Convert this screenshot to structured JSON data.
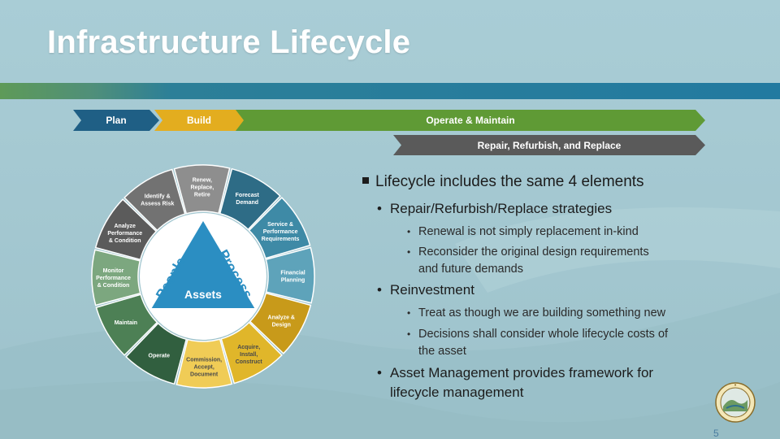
{
  "slide": {
    "title": "Infrastructure Lifecycle",
    "page_number": "5"
  },
  "phases": {
    "plan": "Plan",
    "build": "Build",
    "operate": "Operate & Maintain",
    "repair": "Repair, Refurbish, and Replace"
  },
  "wheel": {
    "center": {
      "word1": "People",
      "word2": "Process",
      "word3": "Assets"
    },
    "segments": [
      {
        "label": "Renew, Replace, Retire",
        "color": "#8e8e8e"
      },
      {
        "label": "Forecast Demand",
        "color": "#2e6c86"
      },
      {
        "label": "Service & Performance Requirements",
        "color": "#3e8aa6"
      },
      {
        "label": "Financial Planning",
        "color": "#5ea3ba"
      },
      {
        "label": "Analyze & Design",
        "color": "#c89a1a"
      },
      {
        "label": "Acquire, Install, Construct",
        "color": "#e0b62a"
      },
      {
        "label": "Commission, Accept, Document",
        "color": "#f0cc56"
      },
      {
        "label": "Operate",
        "color": "#315f3f"
      },
      {
        "label": "Maintain",
        "color": "#4d8055"
      },
      {
        "label": "Monitor Performance & Condition",
        "color": "#7ca77f"
      },
      {
        "label": "Analyze Performance & Condition",
        "color": "#5b5b5b"
      },
      {
        "label": "Identify & Assess Risk",
        "color": "#727272"
      }
    ]
  },
  "bullets": {
    "b1": "Lifecycle includes the same 4 elements",
    "b1_1": "Repair/Refurbish/Replace strategies",
    "b1_1_1": "Renewal is not simply replacement in-kind",
    "b1_1_2a": "Reconsider the original design requirements",
    "b1_1_2b": "and future demands",
    "b1_2": "Reinvestment",
    "b1_2_1": "Treat as though we are building something new",
    "b1_2_2a": "Decisions shall consider whole lifecycle costs of",
    "b1_2_2b": "the asset",
    "b1_3a": "Asset Management provides framework for",
    "b1_3b": "lifecycle management"
  },
  "colors": {
    "plan": "#1f5f85",
    "build": "#e3ad1f",
    "operate": "#5f9a35",
    "repair": "#5a5a5a"
  }
}
